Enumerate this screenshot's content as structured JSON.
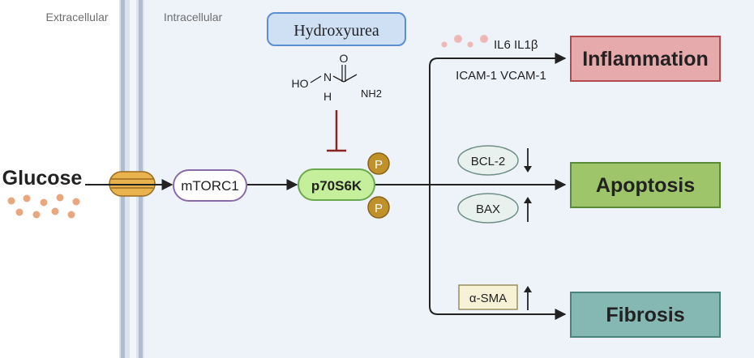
{
  "regions": {
    "extracellular": "Extracellular",
    "intracellular": "Intracellular"
  },
  "glucose": {
    "label": "Glucose"
  },
  "drug": {
    "label": "Hydroxyurea",
    "structure": {
      "ho": "HO",
      "n": "N",
      "h": "H",
      "o": "O",
      "nh2": "NH2"
    }
  },
  "nodes": {
    "mtorc1": "mTORC1",
    "p70s6k": "p70S6K",
    "phospho": "P"
  },
  "outcomes": {
    "inflammation": "Inflammation",
    "apoptosis": "Apoptosis",
    "fibrosis": "Fibrosis"
  },
  "markers": {
    "inflammation_line1": "IL6 IL1β",
    "inflammation_line2": "ICAM-1 VCAM-1",
    "bcl2": "BCL-2",
    "bax": "BAX",
    "asma": "α-SMA"
  },
  "colors": {
    "intracellular_bg": "#eef2f9",
    "membrane": "#b7c5d6",
    "glucose_dot": "#e9a77f",
    "drug_fill": "#cfe0f5",
    "drug_stroke": "#5b8fd0",
    "mtorc1_stroke": "#8a6aa7",
    "p70_fill": "#c6ef9c",
    "p70_stroke": "#6aa84f",
    "phospho_fill": "#c0902a",
    "inhibit": "#8b2323",
    "inflammation_fill": "#e6a9ac",
    "inflammation_stroke": "#b24a50",
    "apoptosis_fill": "#9fc56b",
    "apoptosis_stroke": "#5a8a35",
    "fibrosis_fill": "#86b8b3",
    "fibrosis_stroke": "#4a837d",
    "marker_fill": "#e9f1ee",
    "asma_fill": "#f7f2d6",
    "asma_stroke": "#9a9060"
  }
}
